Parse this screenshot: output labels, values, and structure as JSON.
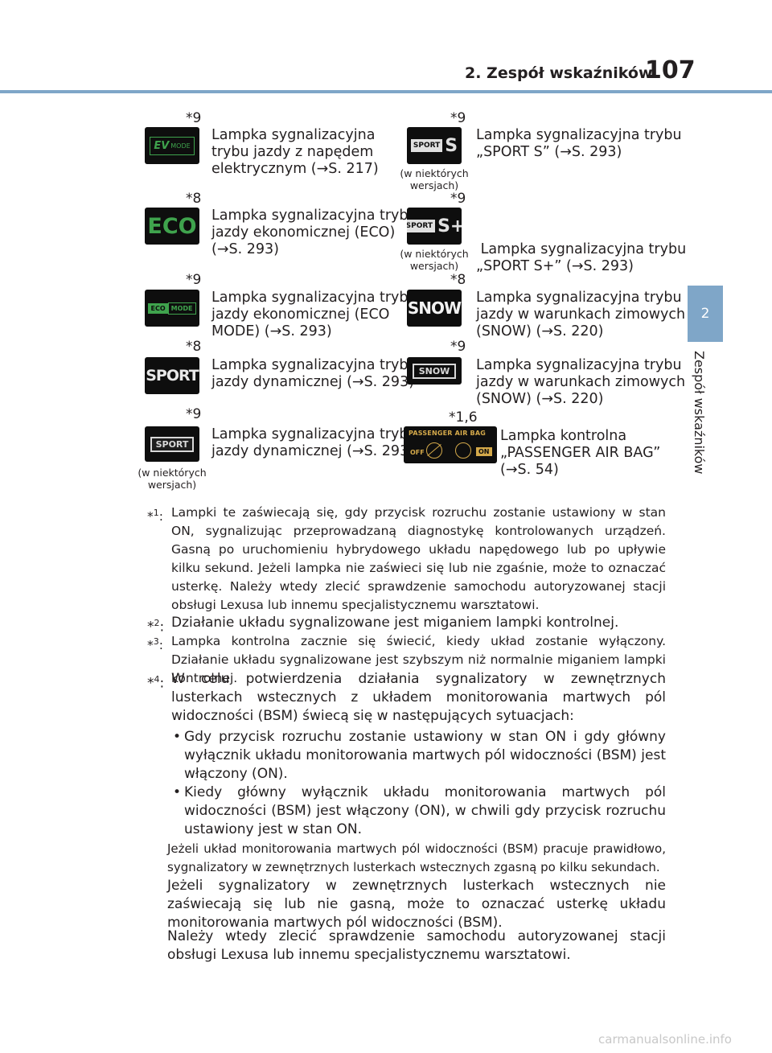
{
  "header": {
    "section": "2. Zespół wskaźników",
    "page": "107"
  },
  "side_tab": {
    "number": "2",
    "label": "Zespół wskaźników"
  },
  "indicators": [
    {
      "star": "*9",
      "star_sup": "",
      "icon": "ev-mode",
      "desc": [
        "Lampka sygnalizacyjna",
        "trybu jazdy z napędem",
        "elektrycznym (→S. 217)"
      ]
    },
    {
      "star": "*9",
      "star_sup": "",
      "icon": "sport-s",
      "note": [
        "(w niektórych",
        "wersjach)"
      ],
      "desc": [
        "Lampka sygnalizacyjna trybu",
        "„SPORT S” (→S. 293)"
      ]
    },
    {
      "star": "*8",
      "star_sup": "",
      "icon": "eco",
      "desc": [
        "Lampka sygnalizacyjna trybu",
        "jazdy ekonomicznej (ECO)",
        "(→S. 293)"
      ]
    },
    {
      "star": "*9",
      "star_sup": "",
      "icon": "sport-s-plus",
      "note": [
        "(w niektórych",
        "wersjach)"
      ],
      "desc": [
        " Lampka sygnalizacyjna trybu",
        "„SPORT S+” (→S. 293)"
      ]
    },
    {
      "star": "*9",
      "star_sup": "",
      "icon": "eco-mode",
      "desc": [
        "Lampka sygnalizacyjna trybu",
        "jazdy ekonomicznej (ECO",
        "MODE) (→S. 293)"
      ]
    },
    {
      "star": "*8",
      "star_sup": "",
      "icon": "snow",
      "desc": [
        "Lampka sygnalizacyjna trybu",
        "jazdy w warunkach zimowych",
        "(SNOW) (→S. 220)"
      ]
    },
    {
      "star": "*8",
      "star_sup": "",
      "icon": "sport",
      "desc": [
        "Lampka sygnalizacyjna trybu",
        "jazdy dynamicznej (→S. 293)"
      ]
    },
    {
      "star": "*9",
      "star_sup": "",
      "icon": "snow-outline",
      "desc": [
        "Lampka sygnalizacyjna trybu",
        "jazdy w warunkach zimowych",
        "(SNOW) (→S. 220)"
      ]
    },
    {
      "star": "*9",
      "star_sup": "",
      "icon": "sport-outline",
      "note": [
        "(w niektórych",
        "wersjach)"
      ],
      "desc": [
        "Lampka sygnalizacyjna trybu",
        "jazdy dynamicznej (→S. 293)"
      ]
    },
    {
      "star": "*1,6",
      "star_sup": "",
      "icon": "passenger-air-bag",
      "desc": [
        "Lampka kontrolna",
        "„PASSENGER AIR BAG”",
        "(→S. 54)"
      ]
    }
  ],
  "icon_text": {
    "ev": "EV",
    "ev_mode": "MODE",
    "eco": "ECO",
    "eco_mode_l": "ECO",
    "eco_mode_r": "MODE",
    "sport": "SPORT",
    "sport_plate": "SPORT",
    "sport_s": "S",
    "sport_s_plus": "S+",
    "snow": "SNOW",
    "pab_top": "PASSENGER AIR BAG",
    "pab_off": "OFF",
    "pab_on": "ON"
  },
  "footnotes": {
    "fn1_mark": "*",
    "fn1_sup": "1",
    "fn1": "Lampki te zaświecają się, gdy przycisk rozruchu zostanie ustawiony w stan ON, sygnalizując przeprowadzaną diagnostykę kontrolowanych urządzeń. Gasną po uruchomieniu hybrydowego układu napędowego lub po upływie kilku sekund. Jeżeli lampka nie zaświeci się lub nie zgaśnie, może to oznaczać usterkę. Należy wtedy zlecić sprawdzenie samochodu autoryzowanej stacji obsługi Lexusa lub innemu specjalistycznemu warsztatowi.",
    "fn2_mark": "*",
    "fn2_sup": "2",
    "fn2": "Działanie układu sygnalizowane jest miganiem lampki kontrolnej.",
    "fn3_mark": "*",
    "fn3_sup": "3",
    "fn3": "Lampka kontrolna zacznie się świecić, kiedy układ zostanie wyłączony. Działanie układu sygnalizowane jest szybszym niż normalnie miganiem lampki kontrolnej.",
    "fn4_mark": "*",
    "fn4_sup": "4",
    "fn4": "W celu potwierdzenia działania sygnalizatory w zewnętrznych lusterkach wstecznych z układem monitorowania martwych pól widoczności (BSM) świecą się w następujących sytuacjach:",
    "bullet_symbol": "•",
    "bullet1": "Gdy przycisk rozruchu zostanie ustawiony w stan ON i gdy główny wyłącznik układu monitorowania martwych pól widoczności (BSM) jest włączony (ON).",
    "bullet2": "Kiedy główny wyłącznik układu monitorowania martwych pól widoczności (BSM) jest włączony (ON), w chwili gdy przycisk rozruchu ustawiony jest w stan ON.",
    "para1": "Jeżeli układ monitorowania martwych pól widoczności (BSM) pracuje prawidłowo, sygnalizatory w zewnętrznych lusterkach wstecznych zgasną po kilku sekundach.",
    "para2": "Jeżeli sygnalizatory w zewnętrznych lusterkach wstecznych nie zaświecają się lub nie gasną, może to oznaczać usterkę układu monitorowania martwych pól widoczności (BSM).",
    "para3": "Należy wtedy zlecić sprawdzenie samochodu autoryzowanej stacji obsługi Lexusa lub innemu specjalistycznemu warsztatowi."
  },
  "watermark": "carmanualsonline.info"
}
